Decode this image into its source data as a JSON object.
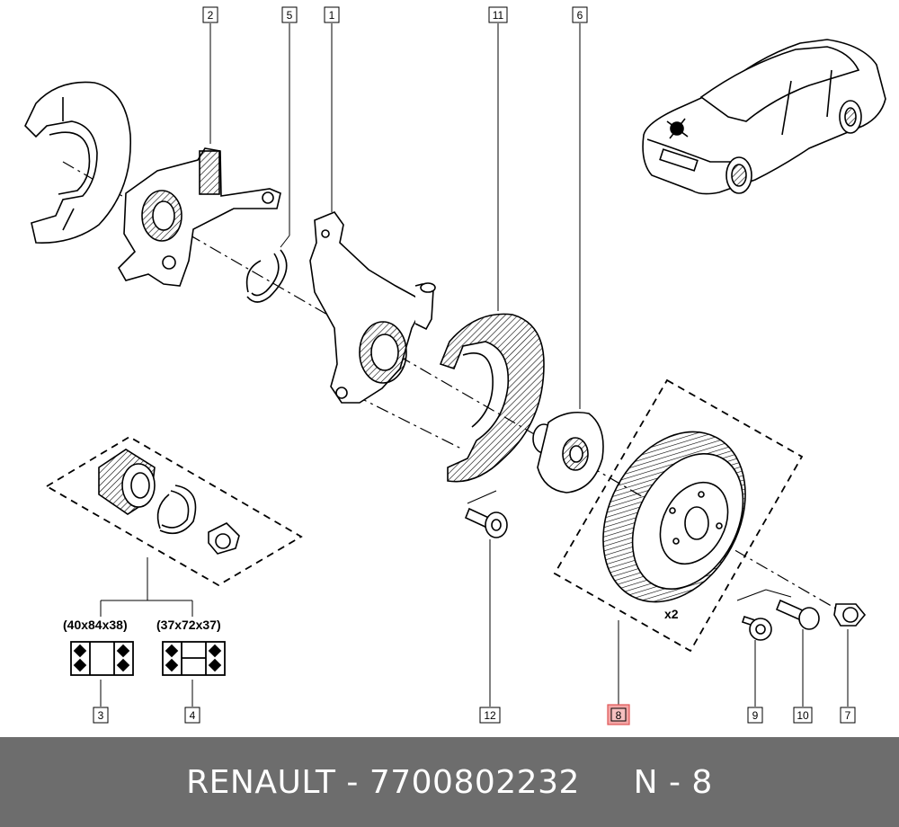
{
  "callouts": {
    "c1": "1",
    "c2": "2",
    "c3": "3",
    "c4": "4",
    "c5": "5",
    "c6": "6",
    "c7": "7",
    "c8": "8",
    "c9": "9",
    "c10": "10",
    "c11": "11",
    "c12": "12"
  },
  "dimensions": {
    "left": "(40x84x38)",
    "right": "(37x72x37)"
  },
  "quantity": "x2",
  "footer": {
    "brand": "RENAULT",
    "part_number": "7700802232",
    "sheet": "N - 8"
  },
  "colors": {
    "highlight": "#f2a5a5",
    "footer_bg": "#6d6d6d"
  }
}
